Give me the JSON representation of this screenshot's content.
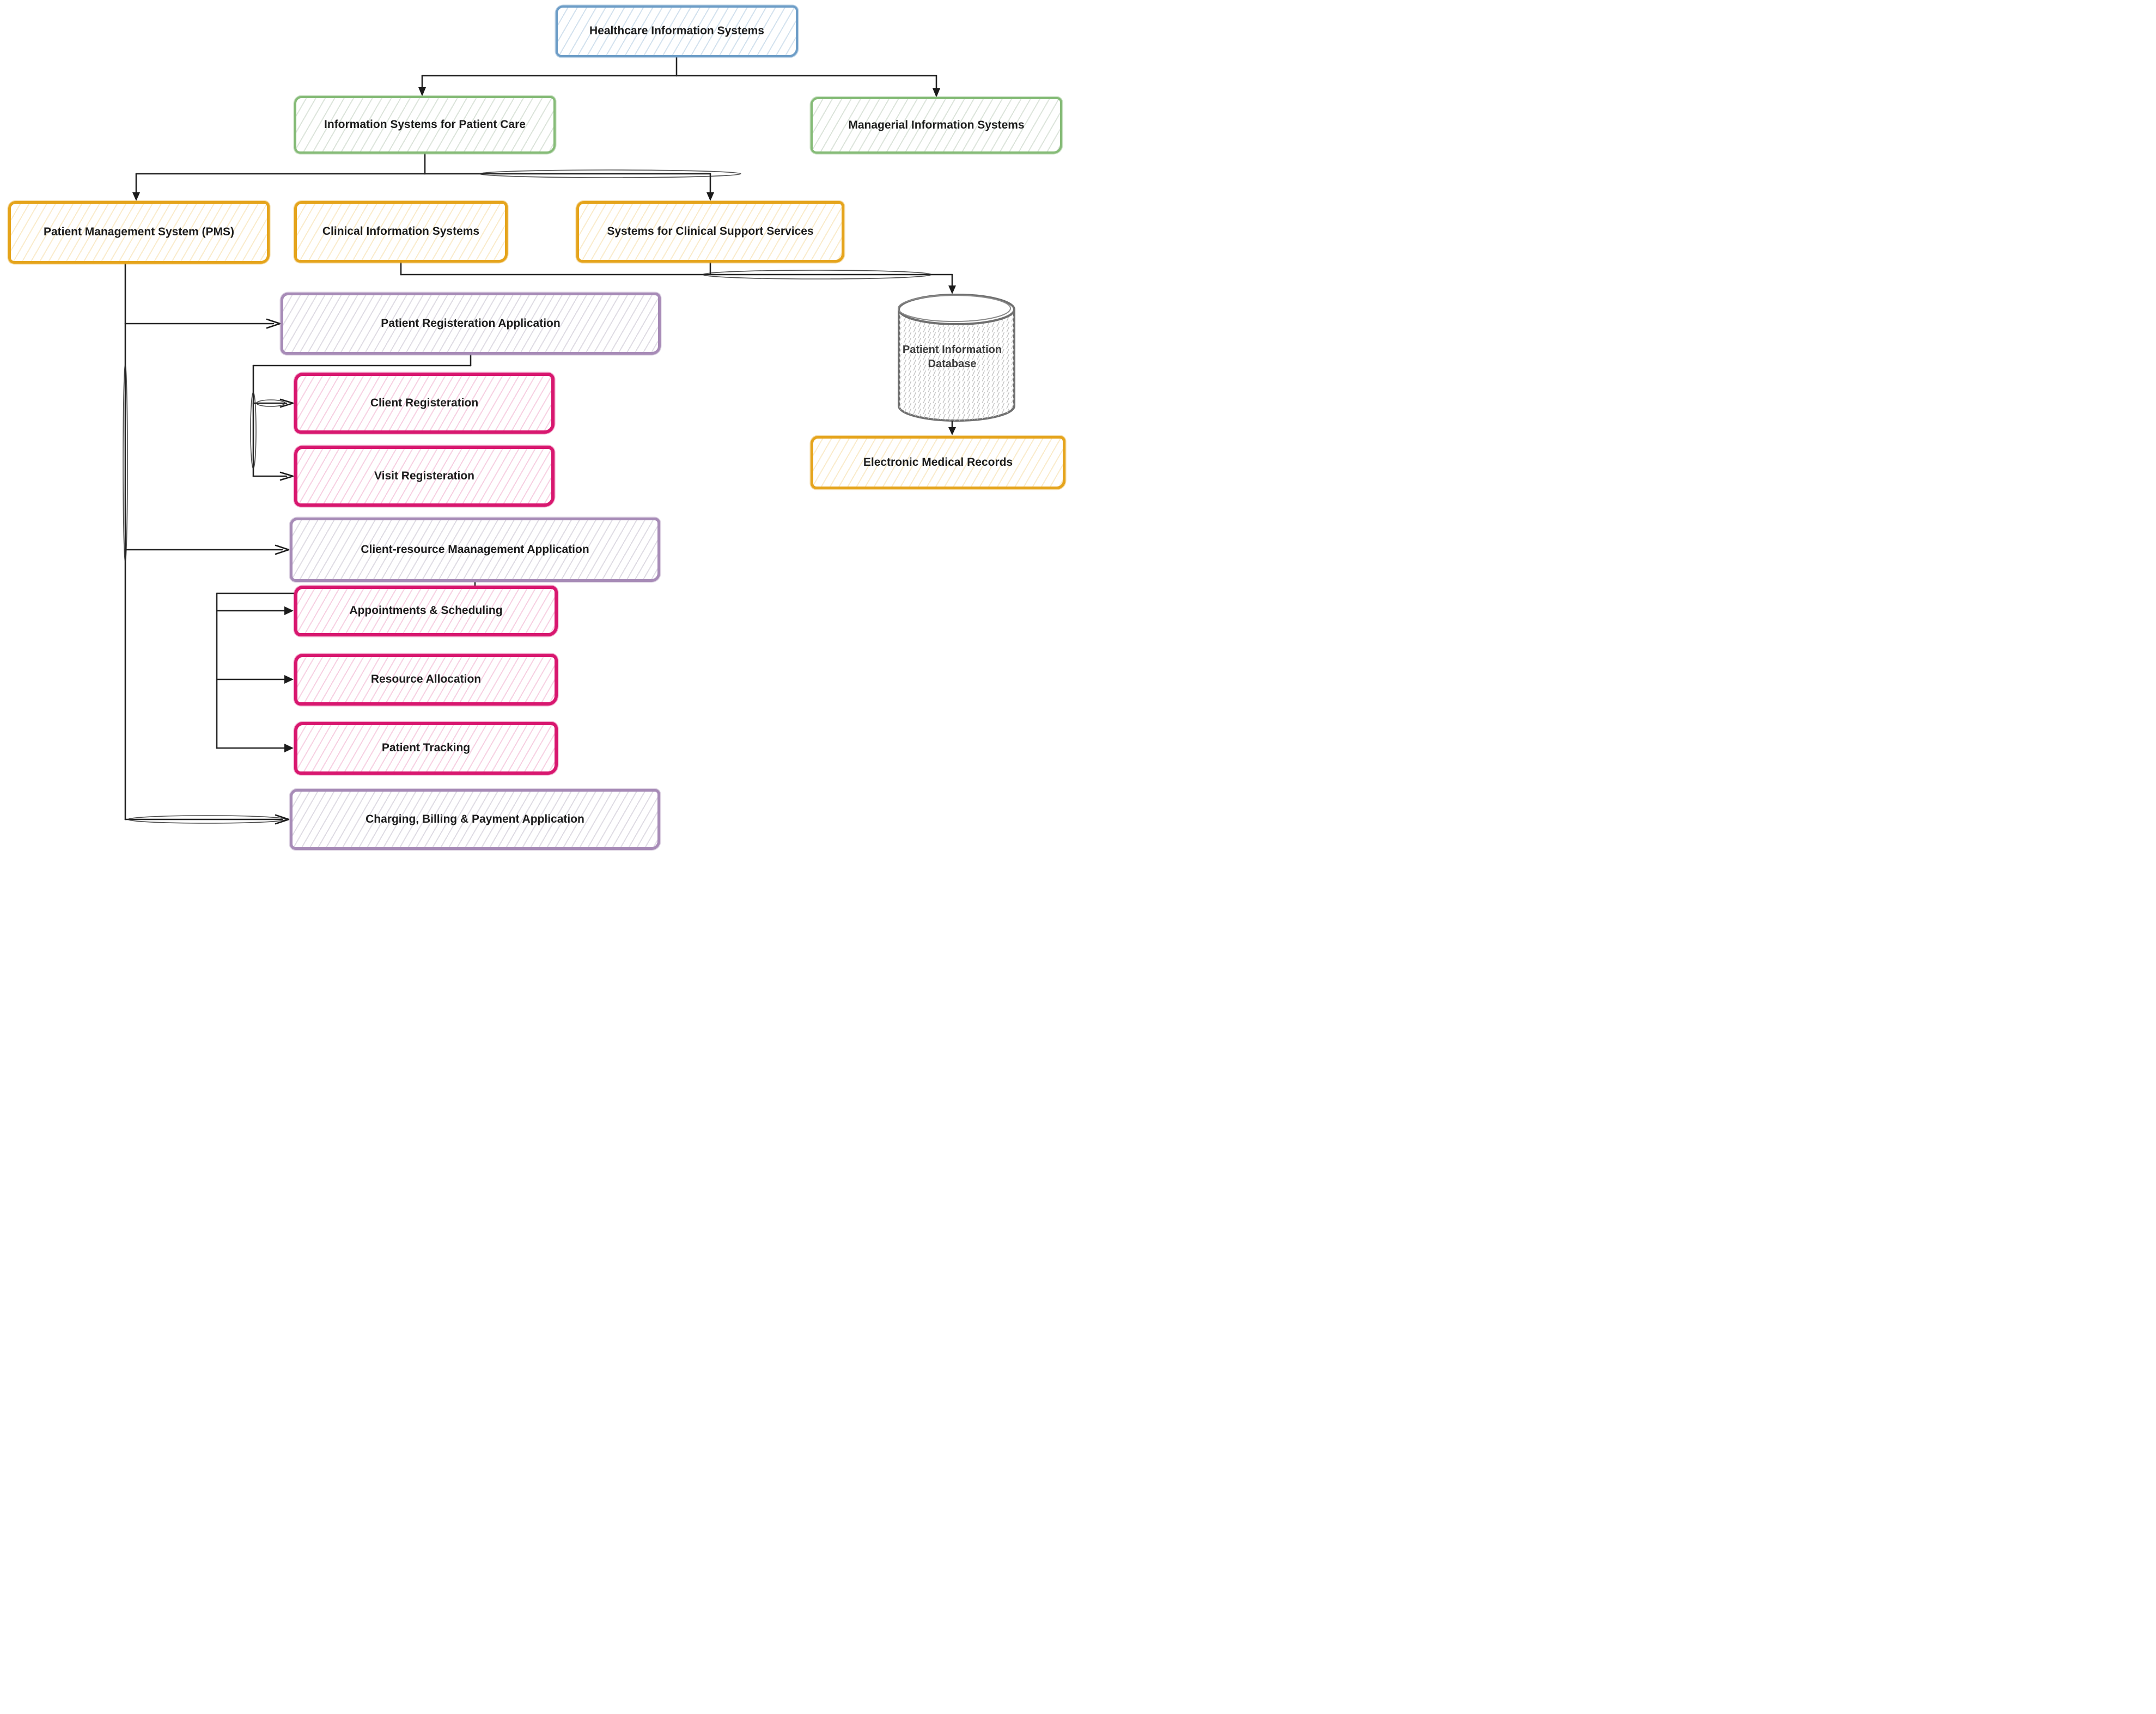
{
  "diagram": {
    "title": "Healthcare Information Systems",
    "style": "hand-drawn flowchart with hatched node fills",
    "background": "#ffffff",
    "arrow_color": "#1b1b1b"
  },
  "colors": {
    "blue_border": "#6d9dc7",
    "green_border": "#85bb77",
    "orange_border": "#e5a41c",
    "purple_border": "#a78bb7",
    "pink_border": "#d8176f",
    "gray_border": "#6f6f6f",
    "text": "#1c1c1c"
  },
  "nodes": {
    "his": {
      "label": "Healthcare Information Systems",
      "color": "blue"
    },
    "patient_care": {
      "label": "Information Systems for Patient Care",
      "color": "green"
    },
    "managerial": {
      "label": "Managerial Information Systems",
      "color": "green"
    },
    "pms": {
      "label": "Patient Management System (PMS)",
      "color": "orange"
    },
    "clinical": {
      "label": "Clinical Information Systems",
      "color": "orange"
    },
    "support": {
      "label": "Systems for Clinical Support Services",
      "color": "orange"
    },
    "pat_reg_app": {
      "label": "Patient Registeration Application",
      "color": "purple"
    },
    "client_reg": {
      "label": "Client Registeration",
      "color": "pink"
    },
    "visit_reg": {
      "label": "Visit Registeration",
      "color": "pink"
    },
    "client_resource_app": {
      "label": "Client-resource Maanagement Application",
      "color": "purple"
    },
    "appointments": {
      "label": "Appointments & Scheduling",
      "color": "pink"
    },
    "resource_alloc": {
      "label": "Resource Allocation",
      "color": "pink"
    },
    "patient_tracking": {
      "label": "Patient Tracking",
      "color": "pink"
    },
    "charging": {
      "label": "Charging, Billing & Payment Application",
      "color": "purple"
    },
    "database": {
      "label": "Patient Information Database",
      "color": "gray",
      "shape": "cylinder"
    },
    "emr": {
      "label": "Electronic Medical Records",
      "color": "orange"
    }
  },
  "edges": [
    {
      "from": "his",
      "to": "patient_care"
    },
    {
      "from": "his",
      "to": "managerial"
    },
    {
      "from": "patient_care",
      "to": "pms"
    },
    {
      "from": "patient_care",
      "to": "clinical"
    },
    {
      "from": "patient_care",
      "to": "support"
    },
    {
      "from": "pms",
      "to": "pat_reg_app"
    },
    {
      "from": "pms",
      "to": "client_resource_app"
    },
    {
      "from": "pms",
      "to": "charging"
    },
    {
      "from": "pat_reg_app",
      "to": "client_reg"
    },
    {
      "from": "pat_reg_app",
      "to": "visit_reg"
    },
    {
      "from": "client_resource_app",
      "to": "appointments"
    },
    {
      "from": "client_resource_app",
      "to": "resource_alloc"
    },
    {
      "from": "client_resource_app",
      "to": "patient_tracking"
    },
    {
      "from": "clinical",
      "to": "database"
    },
    {
      "from": "support",
      "to": "database"
    },
    {
      "from": "database",
      "to": "emr"
    }
  ]
}
